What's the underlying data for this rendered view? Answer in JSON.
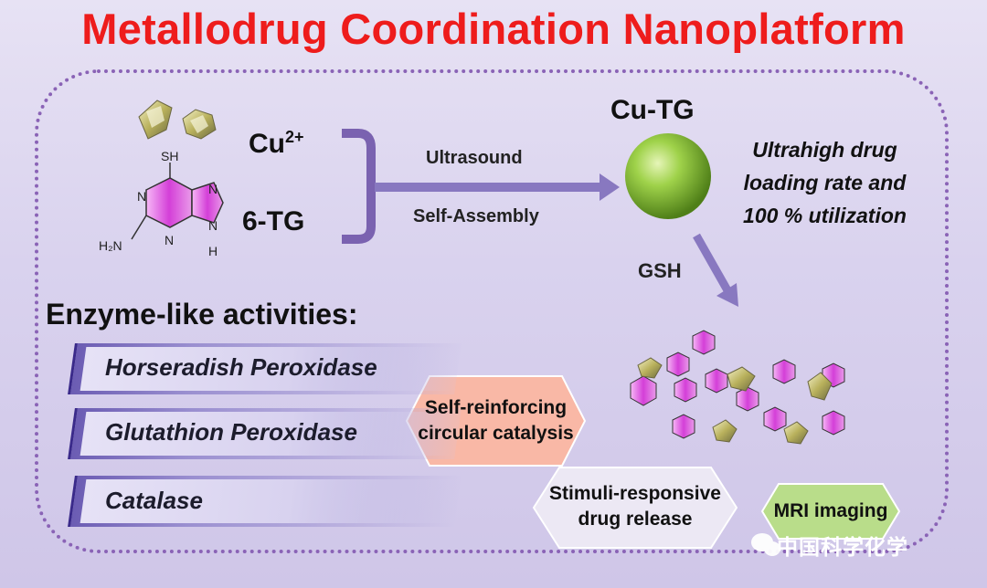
{
  "title": "Metallodrug Coordination Nanoplatform",
  "reactants": {
    "copper_label": "Cu",
    "copper_charge": "2+",
    "drug_label": "6-TG",
    "molecule_sh": "SH",
    "molecule_n": "N",
    "molecule_h": "H",
    "molecule_nh2": "H₂N"
  },
  "process": {
    "step1": "Ultrasound",
    "step2": "Self-Assembly",
    "trigger": "GSH"
  },
  "product": {
    "label": "Cu-TG",
    "loading_line1": "Ultrahigh drug",
    "loading_line2": "loading rate and",
    "loading_line3": "100 % utilization"
  },
  "enzyme": {
    "heading": "Enzyme-like activities:",
    "items": [
      "Horseradish Peroxidase",
      "Glutathion Peroxidase",
      "Catalase"
    ]
  },
  "features": {
    "catalysis_line1": "Self-reinforcing",
    "catalysis_line2": "circular catalysis",
    "release_line1": "Stimuli-responsive",
    "release_line2": "drug release",
    "imaging": "MRI imaging"
  },
  "watermark": "中国科学化学",
  "colors": {
    "title": "#ee1c1c",
    "frame": "#8a63b6",
    "arrow": "#8878c0",
    "sphere": "#8cc43a",
    "catalysis_badge": "#f9b8a6",
    "imaging_badge": "#b9dd8a",
    "molecule": "#d94ad9"
  }
}
